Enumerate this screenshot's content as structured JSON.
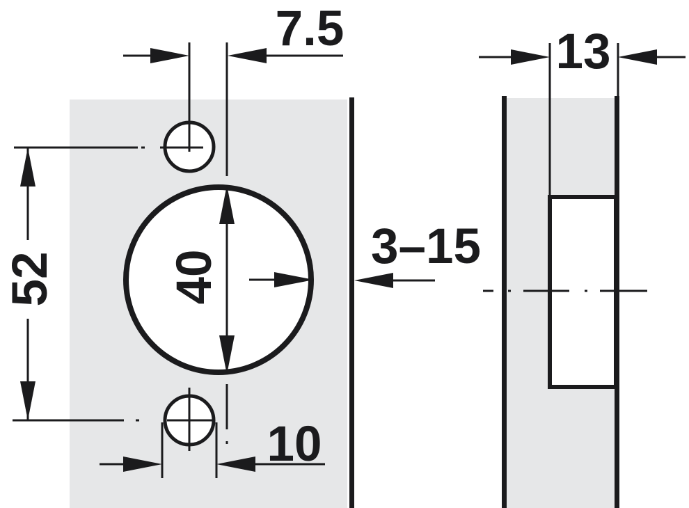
{
  "diagram": {
    "front_view": {
      "labels": {
        "cup_offset": "7.5",
        "screw_spacing": "52",
        "cup_diameter": "40",
        "screw_hole": "10",
        "edge_distance_range": "3–15"
      }
    },
    "side_view": {
      "labels": {
        "cup_depth": "13"
      }
    }
  },
  "colors": {
    "line": "#1b1b1d",
    "panel_fill": "#e6e7e8",
    "background": "#ffffff"
  }
}
